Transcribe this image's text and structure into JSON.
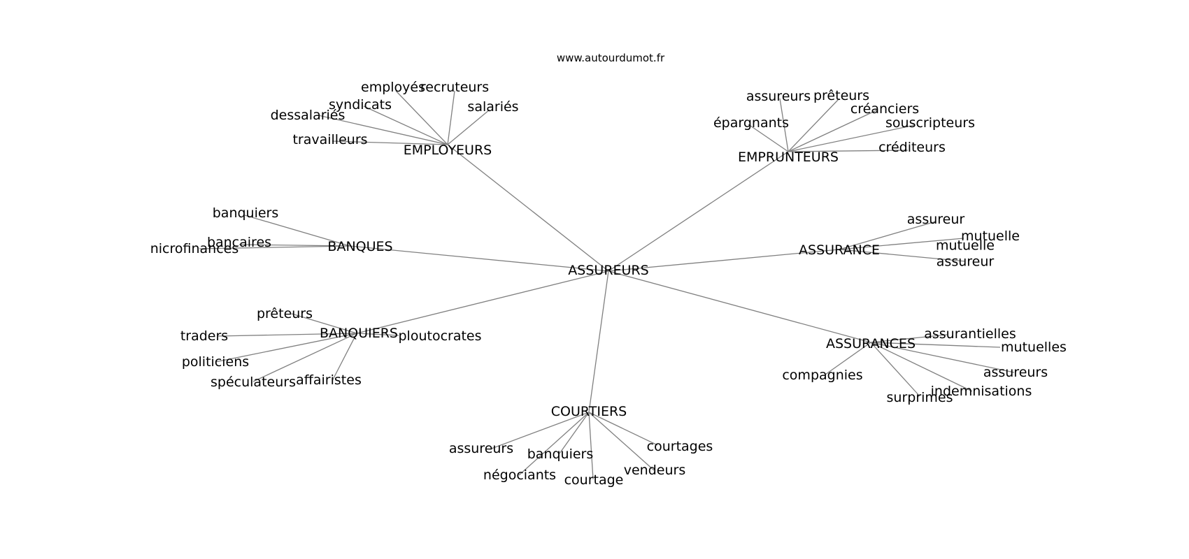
{
  "header": {
    "site": "www.autourdumot.fr"
  },
  "center": {
    "label": "ASSUREURS"
  },
  "hubs": [
    {
      "id": "employeurs",
      "label": "EMPLOYEURS",
      "leaves": [
        "employés",
        "recruteurs",
        "salariés",
        "syndicats",
        "dessalariés",
        "travailleurs"
      ]
    },
    {
      "id": "emprunteurs",
      "label": "EMPRUNTEURS",
      "leaves": [
        "assureurs",
        "prêteurs",
        "créanciers",
        "épargnants",
        "souscripteurs",
        "créditeurs"
      ]
    },
    {
      "id": "banques",
      "label": "BANQUES",
      "leaves": [
        "banquiers",
        "bancaires",
        "nicrofinances"
      ]
    },
    {
      "id": "assurance",
      "label": "ASSURANCE",
      "leaves": [
        "assureur",
        "mutuelle",
        "mutuelle\nassureur"
      ]
    },
    {
      "id": "banquiers",
      "label": "BANQUIERS",
      "leaves": [
        "prêteurs",
        "traders",
        "ploutocrates",
        "politiciens",
        "spéculateurs",
        "affairistes"
      ]
    },
    {
      "id": "assurances",
      "label": "ASSURANCES",
      "leaves": [
        "assurantielles",
        "mutuelles",
        "compagnies",
        "assureurs",
        "indemnisations",
        "surprimes"
      ]
    },
    {
      "id": "courtiers",
      "label": "COURTIERS",
      "leaves": [
        "assureurs",
        "banquiers",
        "courtages",
        "négociants",
        "courtage",
        "vendeurs"
      ]
    }
  ]
}
